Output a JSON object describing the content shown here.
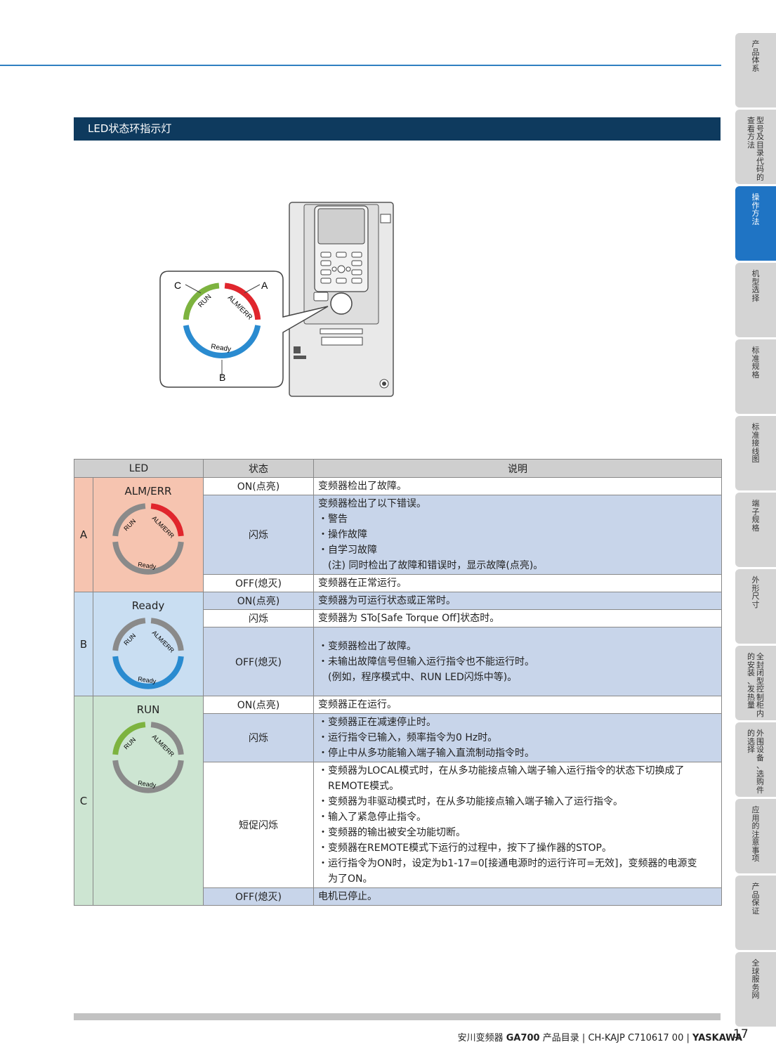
{
  "section_title": "LED状态环指示灯",
  "side_nav": [
    {
      "cols": [
        "产品体系"
      ],
      "active": false
    },
    {
      "cols": [
        "型号及目录代码的",
        "查看方法"
      ],
      "active": false
    },
    {
      "cols": [
        "操作方法"
      ],
      "active": true
    },
    {
      "cols": [
        "机型选择"
      ],
      "active": false
    },
    {
      "cols": [
        "标准规格"
      ],
      "active": false
    },
    {
      "cols": [
        "标准接线图"
      ],
      "active": false
    },
    {
      "cols": [
        "端子规格"
      ],
      "active": false
    },
    {
      "cols": [
        "外形尺寸"
      ],
      "active": false
    },
    {
      "cols": [
        "全封闭型控制柜内",
        "的安装、发热量"
      ],
      "active": false
    },
    {
      "cols": [
        "外围设备、选购件",
        "的选择"
      ],
      "active": false
    },
    {
      "cols": [
        "应用的注意事项"
      ],
      "active": false
    },
    {
      "cols": [
        "产品保证"
      ],
      "active": false
    },
    {
      "cols": [
        "全球服务网"
      ],
      "active": false
    }
  ],
  "figure": {
    "label_a": "A",
    "label_b": "B",
    "label_c": "C",
    "ring_run": "RUN",
    "ring_alm": "ALM/ERR",
    "ring_ready": "Ready"
  },
  "table": {
    "headers": {
      "led": "LED",
      "state": "状态",
      "desc": "说明"
    },
    "a": {
      "letter": "A",
      "name": "ALM/ERR",
      "on_state": "ON(点亮)",
      "on_desc": "变频器检出了故障。",
      "blink_state": "闪烁",
      "blink_lines": [
        "变频器检出了以下错误。",
        "・警告",
        "・操作故障",
        "・自学习故障",
        "(注) 同时检出了故障和错误时，显示故障(点亮)。"
      ],
      "off_state": "OFF(熄灭)",
      "off_desc": "变频器在正常运行。"
    },
    "b": {
      "letter": "B",
      "name": "Ready",
      "on_state": "ON(点亮)",
      "on_desc": "变频器为可运行状态或正常时。",
      "blink_state": "闪烁",
      "blink_desc": "变频器为 STo[Safe Torque Off]状态时。",
      "off_state": "OFF(熄灭)",
      "off_lines": [
        "・变频器检出了故障。",
        "・未输出故障信号但输入运行指令也不能运行时。",
        "(例如，程序模式中、RUN LED闪烁中等)。"
      ]
    },
    "c": {
      "letter": "C",
      "name": "RUN",
      "on_state": "ON(点亮)",
      "on_desc": "变频器正在运行。",
      "blink_state": "闪烁",
      "blink_lines": [
        "・变频器正在减速停止时。",
        "・运行指令已输入，频率指令为0 Hz时。",
        "・停止中从多功能输入端子输入直流制动指令时。"
      ],
      "short_state": "短促闪烁",
      "short_lines": [
        "・变频器为LOCAL模式时，在从多功能接点输入端子输入运行指令的状态下切换成了",
        "REMOTE模式。",
        "・变频器为非驱动模式时，在从多功能接点输入端子输入了运行指令。",
        "・输入了紧急停止指令。",
        "・变频器的输出被安全功能切断。",
        "・变频器在REMOTE模式下运行的过程中，按下了操作器的STOP。",
        "・运行指令为ON时，设定为b1-17=0[接通电源时的运行许可=无效]，变频器的电源变",
        "为了ON。"
      ],
      "off_state": "OFF(熄灭)",
      "off_desc": "电机已停止。"
    },
    "ring_run": "RUN",
    "ring_alm": "ALM/ERR",
    "ring_ready": "Ready"
  },
  "footer": {
    "product": "安川变频器",
    "model": "GA700",
    "catalog": "产品目录",
    "code": "CH-KAJP C710617 00",
    "brand": "YASKAWA",
    "sep": "|",
    "page": "17"
  },
  "colors": {
    "run_green": "#7db33f",
    "alm_red": "#e0262d",
    "ready_blue": "#2a8bd0",
    "off_gray": "#8a8a8a",
    "nav_active": "#1f74c4",
    "header_bar": "#0e3a5e"
  }
}
